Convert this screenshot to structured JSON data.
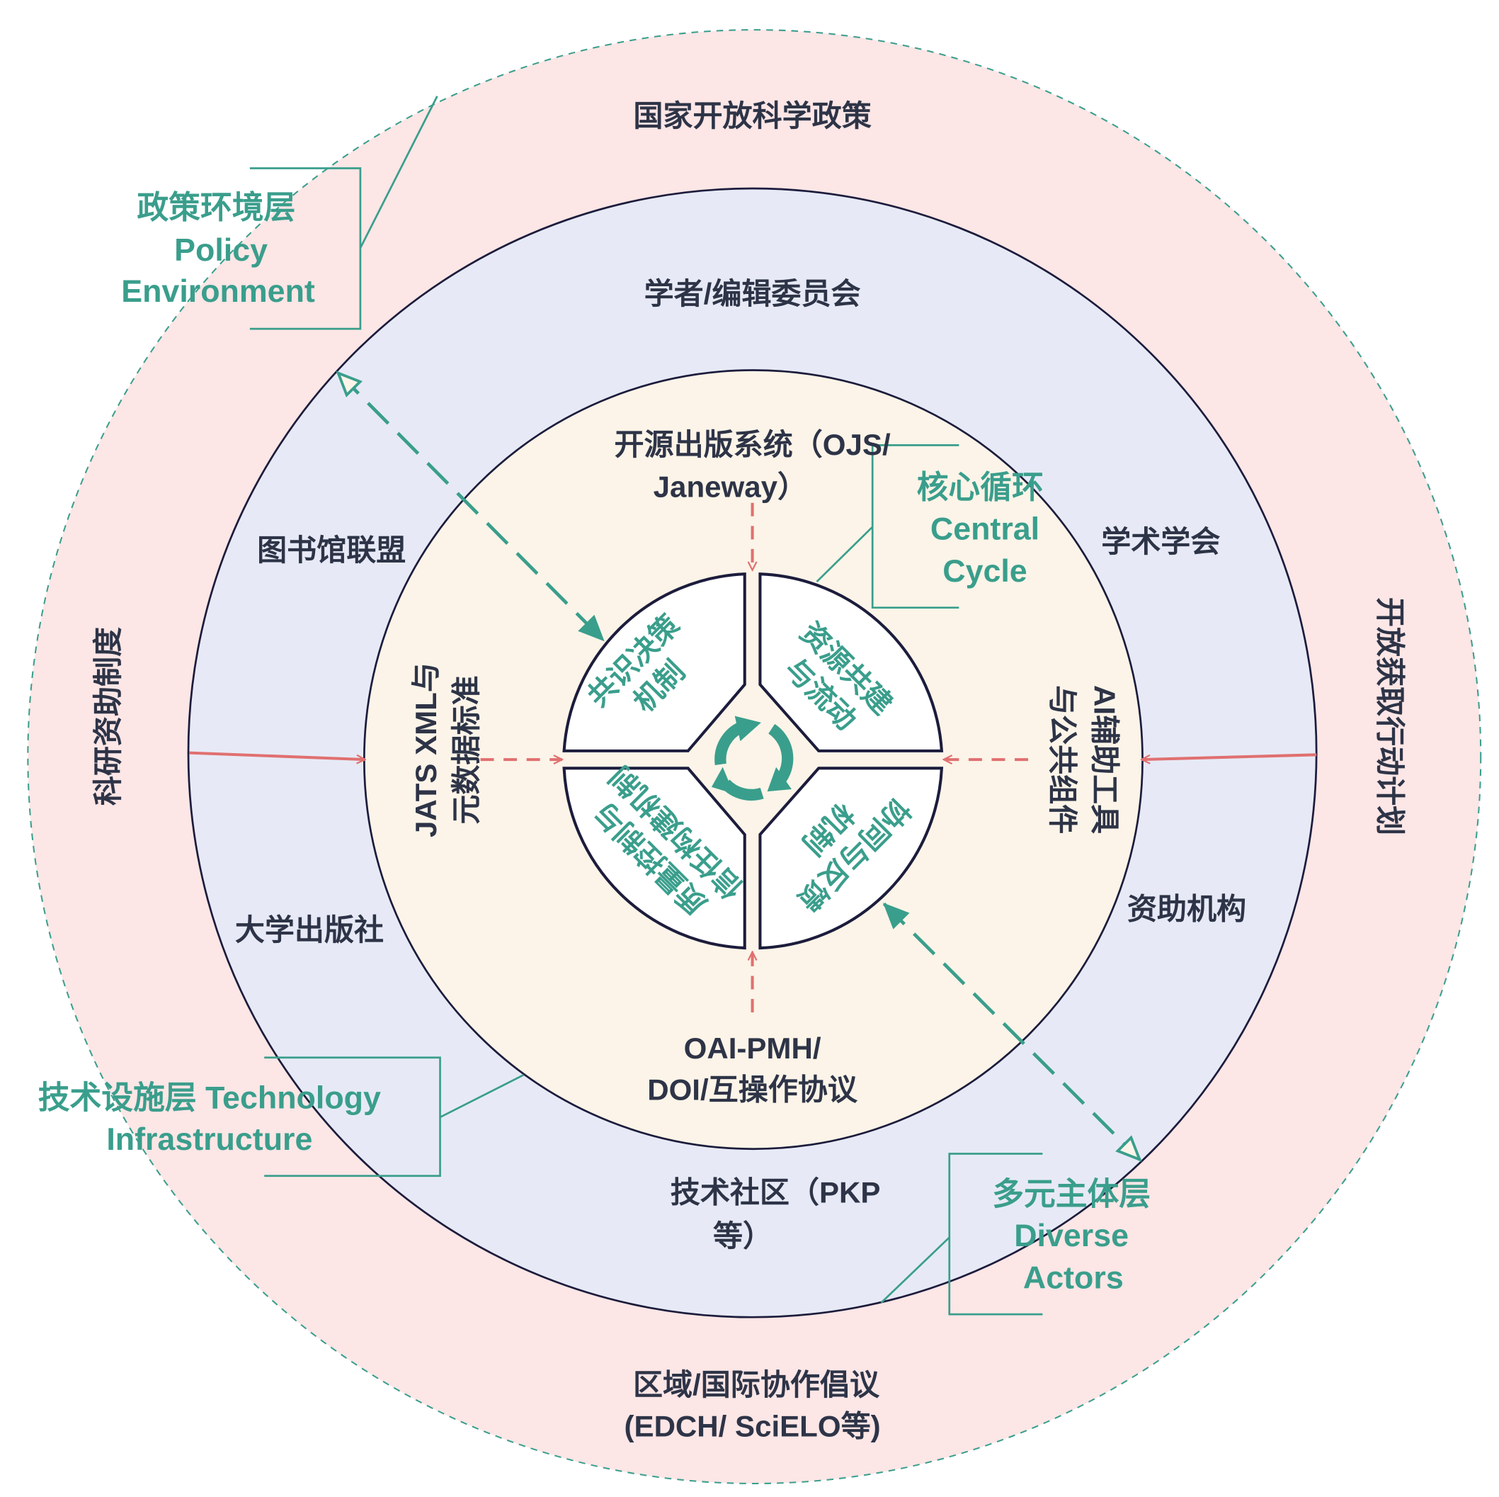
{
  "colors": {
    "outer_ring": "#fce6e6",
    "middle_ring": "#e7eaf6",
    "inner_ring": "#fcf4e8",
    "teal": "#3a9e8c",
    "red": "#e07070",
    "navy": "#1c1c3c",
    "text": "#2e3447"
  },
  "outer_layer": {
    "top": "国家开放科学政策",
    "left": "科研资助制度",
    "right": "开放获取行动计划",
    "bottom_line1": "区域/国际协作倡议",
    "bottom_line2": "(EDCH/ SciELO等)"
  },
  "middle_layer": {
    "top": "学者/编辑委员会",
    "upper_left": "图书馆联盟",
    "upper_right": "学术学会",
    "lower_left": "大学出版社",
    "lower_right": "资助机构",
    "bottom_line1": "技术社区（PKP",
    "bottom_line2": "等）"
  },
  "inner_layer": {
    "top_line1": "开源出版系统（OJS/",
    "top_line2": "Janeway）",
    "left_line1": "JATS XML与",
    "left_line2": "元数据标准",
    "right_line1": "AI辅助工具",
    "right_line2": "与公共组件",
    "bottom_line1": "OAI-PMH/",
    "bottom_line2": "DOI/互操作协议"
  },
  "core": {
    "top_left": [
      "共识决策",
      "机制"
    ],
    "top_right": [
      "资源共建",
      "与流动"
    ],
    "bottom_right": [
      "协同与反馈",
      "机制"
    ],
    "bottom_left": [
      "质量控制与",
      "信任构建机制"
    ],
    "center_icon": "cycle-icon"
  },
  "annotations": {
    "policy": [
      "政策环境层",
      "Policy",
      "Environment"
    ],
    "core": [
      "核心循环",
      "Central",
      "Cycle"
    ],
    "technology": [
      "技术设施层 Technology",
      "Infrastructure"
    ],
    "actors": [
      "多元主体层",
      "Diverse",
      "Actors"
    ]
  }
}
